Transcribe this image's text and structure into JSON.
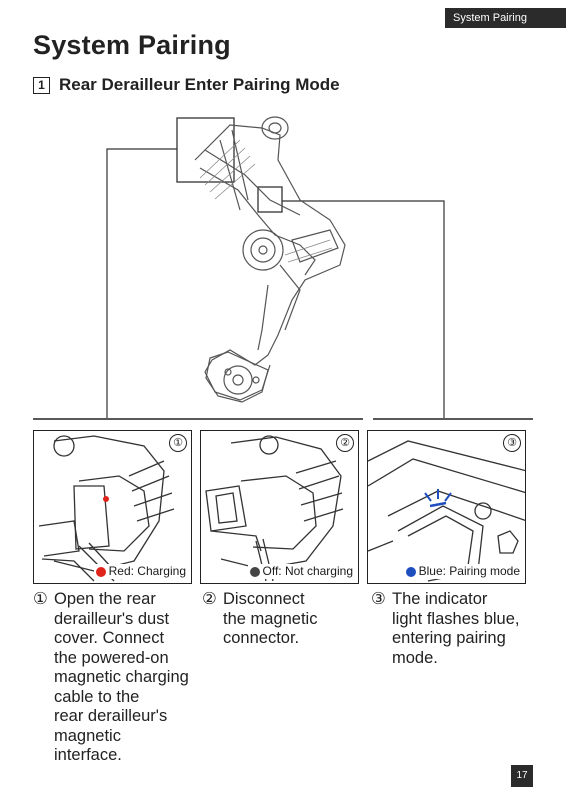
{
  "header": {
    "tag": "System Pairing"
  },
  "page": {
    "title": "System Pairing",
    "number": "17"
  },
  "section": {
    "num": "1",
    "title": "Rear Derailleur Enter Pairing Mode"
  },
  "panels": [
    {
      "num": "①",
      "legend": "Red: Charging",
      "color": "#e0241b"
    },
    {
      "num": "②",
      "legend": "Off: Not charging",
      "color": "#444444"
    },
    {
      "num": "③",
      "legend": "Blue: Pairing mode",
      "color": "#1f4fbf"
    }
  ],
  "steps": [
    {
      "num": "①",
      "lines": [
        "Open the rear",
        "derailleur's dust",
        "cover. Connect",
        "the powered-on",
        "magnetic charging",
        "cable to the",
        "rear derailleur's",
        "magnetic",
        "interface."
      ]
    },
    {
      "num": "②",
      "lines": [
        "Disconnect",
        "the magnetic",
        "connector."
      ]
    },
    {
      "num": "③",
      "lines": [
        "The indicator",
        "light flashes blue,",
        "entering pairing",
        "mode."
      ]
    }
  ]
}
